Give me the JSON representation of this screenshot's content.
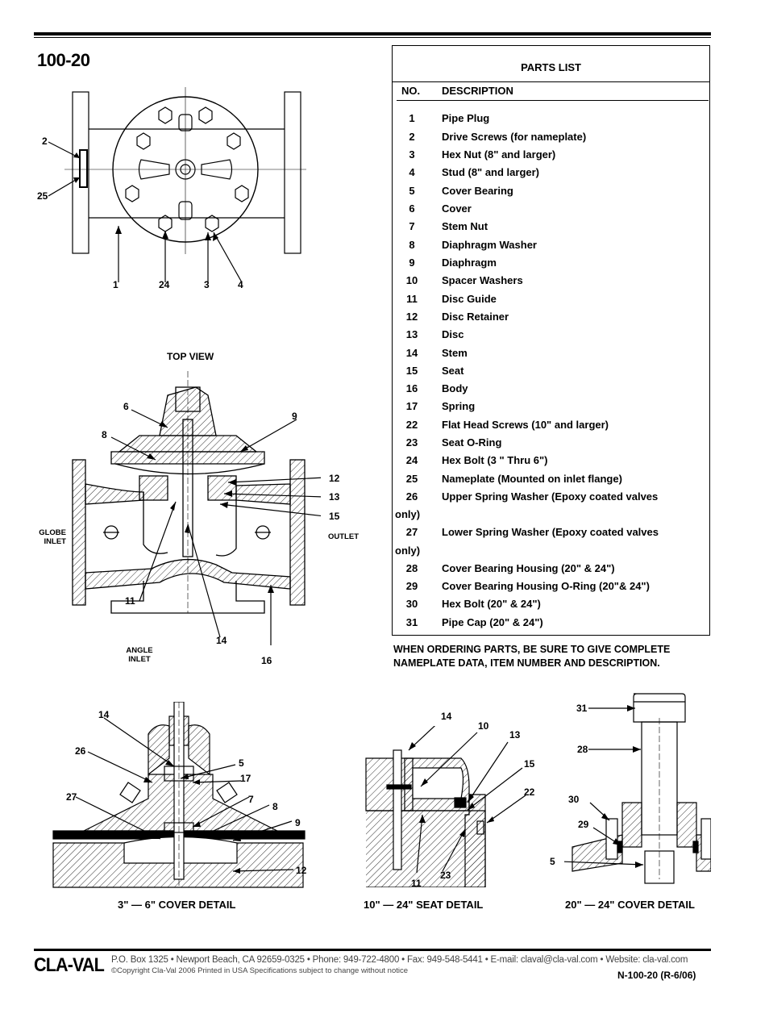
{
  "document": {
    "title": "100-20",
    "parts_list": {
      "heading": "PARTS LIST",
      "col_no": "NO.",
      "col_desc": "DESCRIPTION",
      "items": [
        {
          "no": "1",
          "desc": "Pipe Plug"
        },
        {
          "no": "2",
          "desc": "Drive Screws (for nameplate)"
        },
        {
          "no": "3",
          "desc": "Hex Nut (8\" and larger)"
        },
        {
          "no": "4",
          "desc": "Stud (8\" and larger)"
        },
        {
          "no": "5",
          "desc": "Cover Bearing"
        },
        {
          "no": "6",
          "desc": "Cover"
        },
        {
          "no": "7",
          "desc": "Stem Nut"
        },
        {
          "no": "8",
          "desc": "Diaphragm Washer"
        },
        {
          "no": "9",
          "desc": "Diaphragm"
        },
        {
          "no": "10",
          "desc": "Spacer Washers"
        },
        {
          "no": "11",
          "desc": "Disc Guide"
        },
        {
          "no": "12",
          "desc": "Disc Retainer"
        },
        {
          "no": "13",
          "desc": "Disc"
        },
        {
          "no": "14",
          "desc": "Stem"
        },
        {
          "no": "15",
          "desc": "Seat"
        },
        {
          "no": "16",
          "desc": "Body"
        },
        {
          "no": "17",
          "desc": "Spring"
        },
        {
          "no": "22",
          "desc": "Flat Head Screws (10\" and larger)"
        },
        {
          "no": "23",
          "desc": "Seat O-Ring"
        },
        {
          "no": "24",
          "desc": "Hex Bolt (3 \" Thru 6\")"
        },
        {
          "no": "25",
          "desc": "Nameplate (Mounted on inlet flange)"
        },
        {
          "no": "26",
          "desc": "Upper Spring Washer (Epoxy coated valves"
        },
        {
          "no": "",
          "desc": "only)"
        },
        {
          "no": "27",
          "desc": "Lower Spring Washer (Epoxy coated valves"
        },
        {
          "no": "",
          "desc": "only)"
        },
        {
          "no": "28",
          "desc": "Cover Bearing Housing (20\" & 24\")"
        },
        {
          "no": "29",
          "desc": "Cover Bearing Housing O-Ring (20\"& 24\")"
        },
        {
          "no": "30",
          "desc": "Hex Bolt (20\" & 24\")"
        },
        {
          "no": "31",
          "desc": "Pipe Cap (20\" & 24\")"
        }
      ]
    },
    "order_note": "WHEN ORDERING PARTS, BE SURE TO GIVE COMPLETE NAMEPLATE DATA, ITEM NUMBER AND DESCRIPTION.",
    "top_view": {
      "caption": "TOP VIEW",
      "callouts": [
        "2",
        "25",
        "1",
        "24",
        "3",
        "4"
      ]
    },
    "section_view": {
      "callouts": [
        "6",
        "9",
        "8",
        "12",
        "13",
        "15",
        "11",
        "14",
        "16"
      ],
      "globe_inlet": "GLOBE INLET",
      "outlet": "OUTLET",
      "angle_inlet": "ANGLE INLET"
    },
    "cover_detail_small": {
      "caption": "3\" — 6\" COVER DETAIL",
      "callouts": [
        "14",
        "26",
        "5",
        "17",
        "27",
        "7",
        "8",
        "9",
        "12"
      ]
    },
    "seat_detail": {
      "caption": "10\" — 24\" SEAT DETAIL",
      "callouts": [
        "14",
        "10",
        "13",
        "15",
        "22",
        "11",
        "23"
      ]
    },
    "cover_detail_large": {
      "caption": "20\" — 24\" COVER DETAIL",
      "callouts": [
        "31",
        "28",
        "30",
        "29",
        "5"
      ]
    },
    "footer": {
      "brand": "CLA-VAL",
      "address": "P.O. Box 1325 • Newport Beach, CA 92659-0325 • Phone: 949-722-4800 • Fax: 949-548-5441 • E-mail: claval@cla-val.com • Website: cla-val.com",
      "copyright": "©Copyright Cla-Val 2006   Printed in USA   Specifications subject to change without notice",
      "doc_number": "N-100-20  (R-6/06)"
    }
  }
}
